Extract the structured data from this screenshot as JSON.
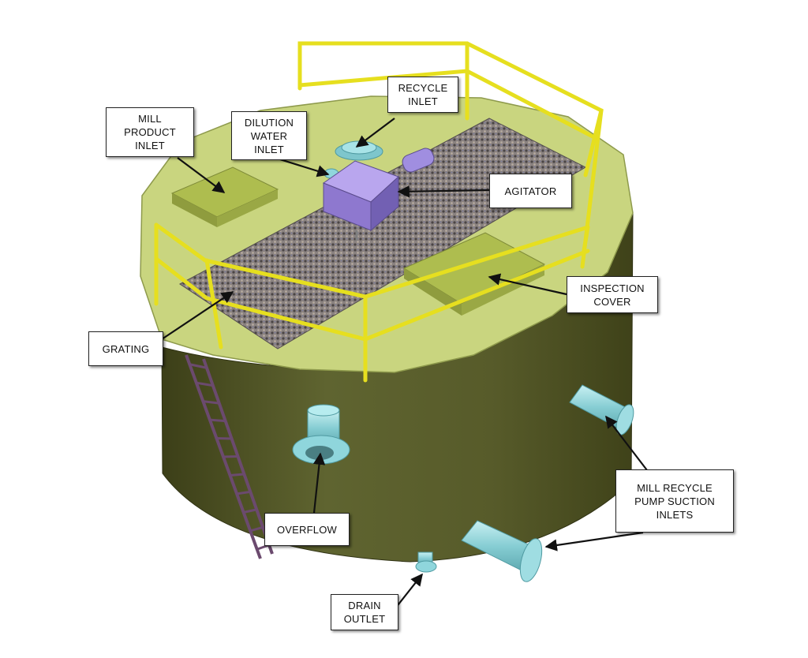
{
  "labels": {
    "recycle_inlet": "RECYCLE\nINLET",
    "mill_product_inlet": "MILL\nPRODUCT\nINLET",
    "dilution_water_inlet": "DILUTION\nWATER\nINLET",
    "agitator": "AGITATOR",
    "inspection_cover": "INSPECTION\nCOVER",
    "grating": "GRATING",
    "overflow": "OVERFLOW",
    "mill_recycle_pump_suction_inlets": "MILL RECYCLE\nPUMP SUCTION\nINLETS",
    "drain_outlet": "DRAIN\nOUTLET"
  },
  "colors": {
    "tank_body": "#5b5f2a",
    "tank_top": "#c9d57f",
    "covers": "#aebd4f",
    "railing": "#e6df1f",
    "grating": "#6f6a6a",
    "agitator": "#9d86d6",
    "pipes": "#8fd6dc",
    "ladder": "#6b4a6e"
  }
}
